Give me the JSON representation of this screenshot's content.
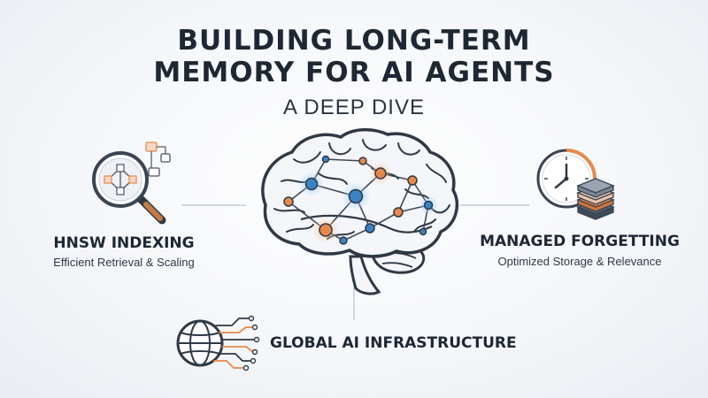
{
  "title": {
    "line1": "BUILDING LONG-TERM",
    "line2": "MEMORY FOR AI AGENTS",
    "subtitle": "A DEEP DIVE"
  },
  "features": {
    "left": {
      "title": "HNSW INDEXING",
      "subtitle": "Efficient Retrieval & Scaling",
      "icon": "magnifier-graph-icon"
    },
    "right": {
      "title": "MANAGED FORGETTING",
      "subtitle": "Optimized Storage & Relevance",
      "icon": "clock-stack-icon"
    },
    "bottom": {
      "title": "GLOBAL AI INFRASTRUCTURE",
      "icon": "globe-circuit-icon"
    }
  },
  "center": {
    "icon": "brain-network-icon"
  },
  "colors": {
    "blue": "#3b82c4",
    "orange": "#e8894a",
    "dark": "#1e2733",
    "line": "#c6ccd4"
  }
}
